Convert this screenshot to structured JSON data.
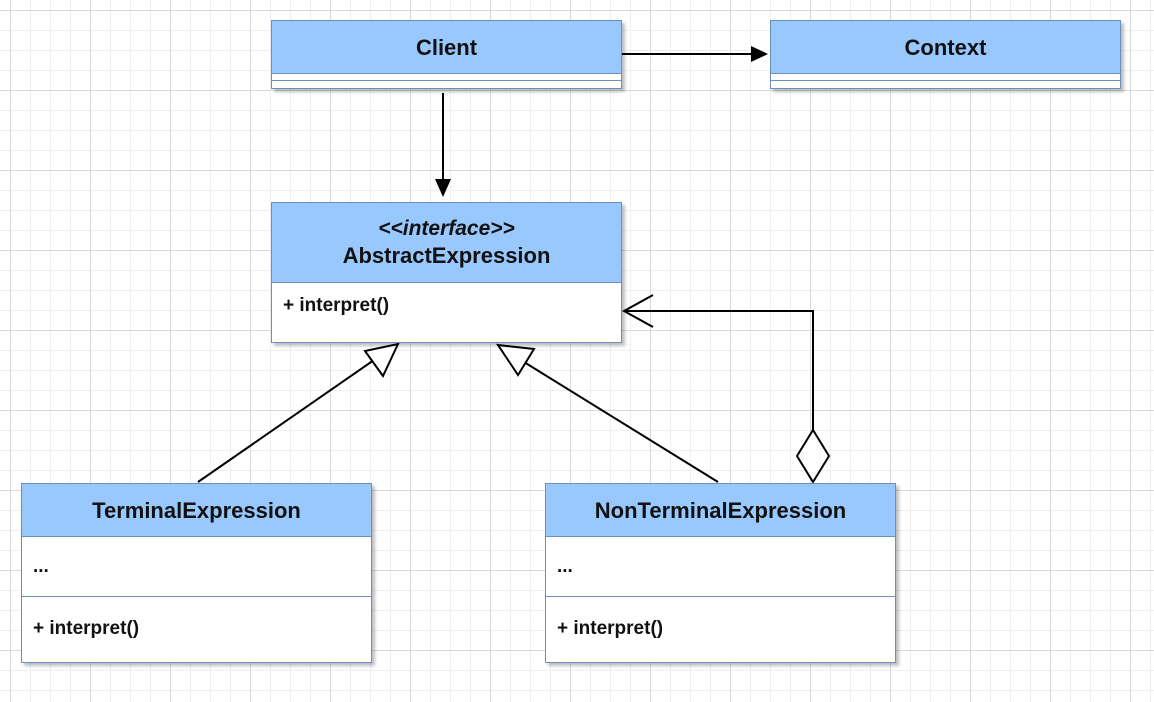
{
  "diagram": {
    "client": {
      "name": "Client"
    },
    "context": {
      "name": "Context"
    },
    "abstract_expression": {
      "stereotype": "<<interface>>",
      "name": "AbstractExpression",
      "method": "+ interpret()"
    },
    "terminal_expression": {
      "name": "TerminalExpression",
      "attributes": "...",
      "method": "+ interpret()"
    },
    "nonterminal_expression": {
      "name": "NonTerminalExpression",
      "attributes": "...",
      "method": "+ interpret()"
    }
  },
  "colors": {
    "header_fill": "#99c8ff",
    "border": "#6c8ebf",
    "line": "#000000"
  }
}
